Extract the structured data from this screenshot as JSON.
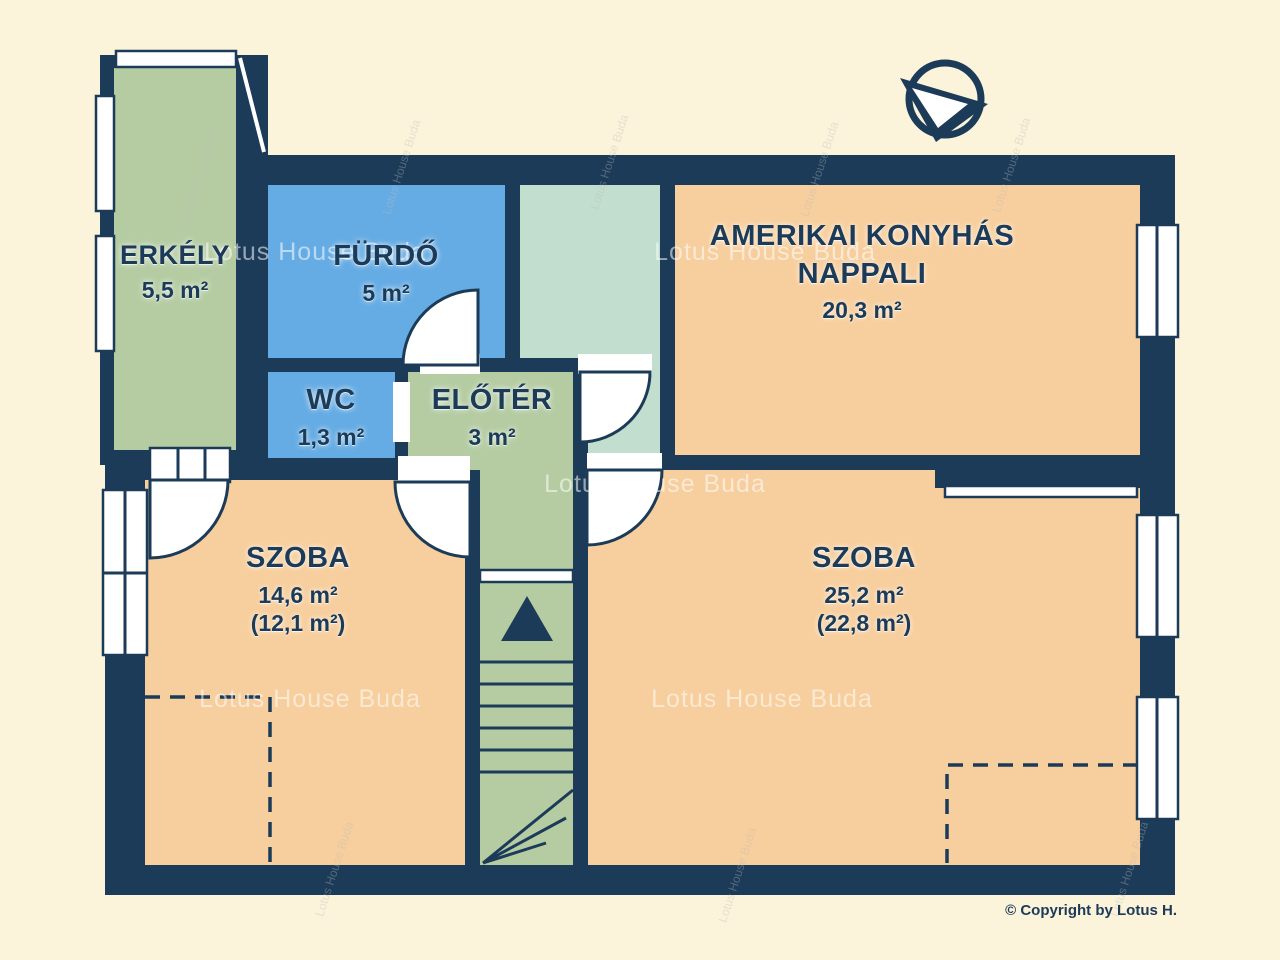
{
  "plan": {
    "watermark": "Lotus House Buda",
    "copyright": "© Copyright by Lotus H."
  },
  "icons": {
    "compass": "north-arrow-compass"
  },
  "rooms": {
    "erkely": {
      "name": "ERKÉLY",
      "area": "5,5 m²"
    },
    "furdo": {
      "name": "FÜRDŐ",
      "area": "5 m²"
    },
    "wc": {
      "name": "WC",
      "area": "1,3 m²"
    },
    "eloter": {
      "name": "ELŐTÉR",
      "area": "3 m²"
    },
    "nappali": {
      "name_line1": "AMERIKAI KONYHÁS",
      "name_line2": "NAPPALI",
      "area": "20,3 m²"
    },
    "szoba_left": {
      "name": "SZOBA",
      "area": "14,6 m²",
      "area_net": "(12,1 m²)"
    },
    "szoba_right": {
      "name": "SZOBA",
      "area": "25,2 m²",
      "area_net": "(22,8 m²)"
    }
  },
  "colors": {
    "background": "#FBF3DA",
    "wall": "#1C3B58",
    "room_green": "#B5CCA3",
    "room_blue": "#66ACE4",
    "room_teal": "#C2DECE",
    "room_tan": "#F7CE9D",
    "text": "#1C3B58",
    "watermark": "#E8E6E0"
  }
}
